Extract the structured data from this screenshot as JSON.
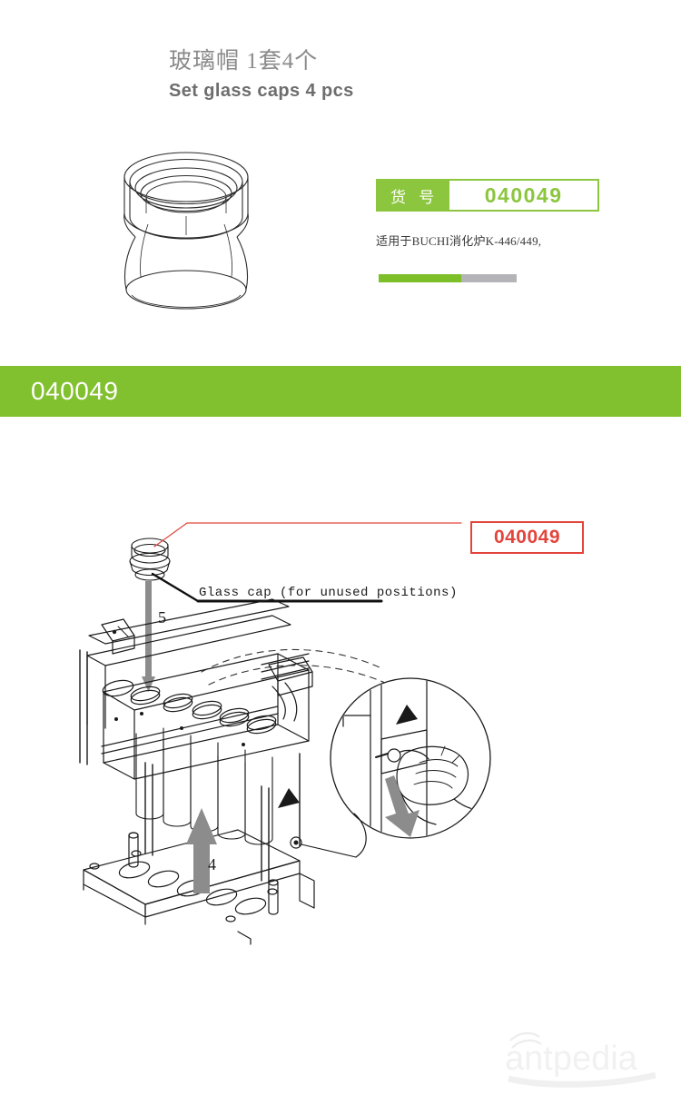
{
  "header": {
    "title_cn": "玻璃帽  1套4个",
    "title_en": "Set glass caps 4 pcs"
  },
  "product_illustration": {
    "icon_name": "glass-cap-line-drawing",
    "alt": "Glass cap technical line drawing"
  },
  "code_panel": {
    "label": "货 号",
    "code": "040049",
    "description": "适用于BUCHI消化炉K-446/449,",
    "progress_percent": 60,
    "accent_color": "#8CC63F",
    "track_color": "#b4b4b8",
    "fill_color": "#7DBF28"
  },
  "banner": {
    "code": "040049",
    "background_color": "#81C02E",
    "text_color": "#ffffff"
  },
  "diagram": {
    "callout_code": "040049",
    "callout_border_color": "#E2453C",
    "callout_text_color": "#E2453C",
    "glass_cap_label": "Glass cap (for unused positions)",
    "callout_number_5": "5",
    "callout_number_4": "4",
    "warning_icon_name": "warning-triangle-icon",
    "detail_inset_name": "hand-releasing-lever-detail",
    "arrow_color": "#8c8c8c"
  },
  "watermark": {
    "text": "antpedia",
    "color": "#efefef"
  }
}
